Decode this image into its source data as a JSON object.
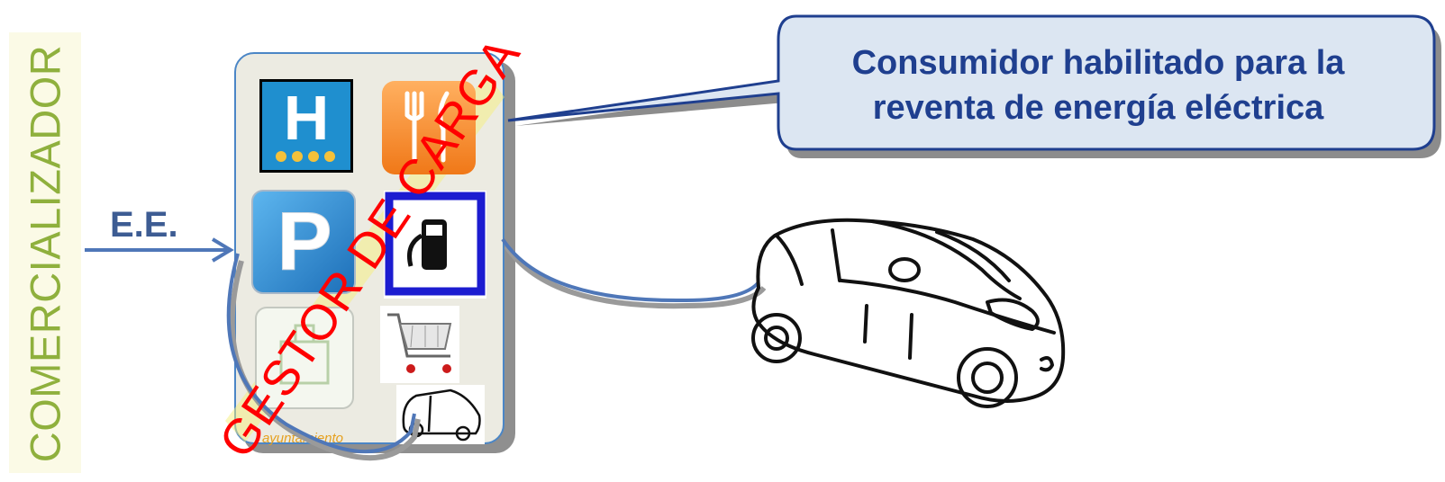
{
  "vertical_label": "COMERCIALIZADOR",
  "arrow_label": "E.E.",
  "callout": {
    "line1": "Consumidor habilitado para la",
    "line2": "reventa de energía eléctrica"
  },
  "diagonal_stamp": "GESTOR DE CARGA",
  "panel_icons": [
    {
      "name": "hotel-sign-icon",
      "letter": "H"
    },
    {
      "name": "restaurant-icon"
    },
    {
      "name": "parking-sign-icon",
      "letter": "P"
    },
    {
      "name": "fuel-station-icon"
    },
    {
      "name": "town-hall-icon",
      "caption": "ayuntamiento"
    },
    {
      "name": "shopping-cart-icon"
    },
    {
      "name": "small-car-icon"
    }
  ],
  "colors": {
    "side_band": "#fbfae6",
    "side_text": "#8fb03d",
    "arrow_blue": "#4f77b8",
    "label_blue": "#3d5c93",
    "callout_fill": "#dce6f2",
    "callout_border": "#1f3f8f",
    "stamp_red": "#ff0000"
  }
}
